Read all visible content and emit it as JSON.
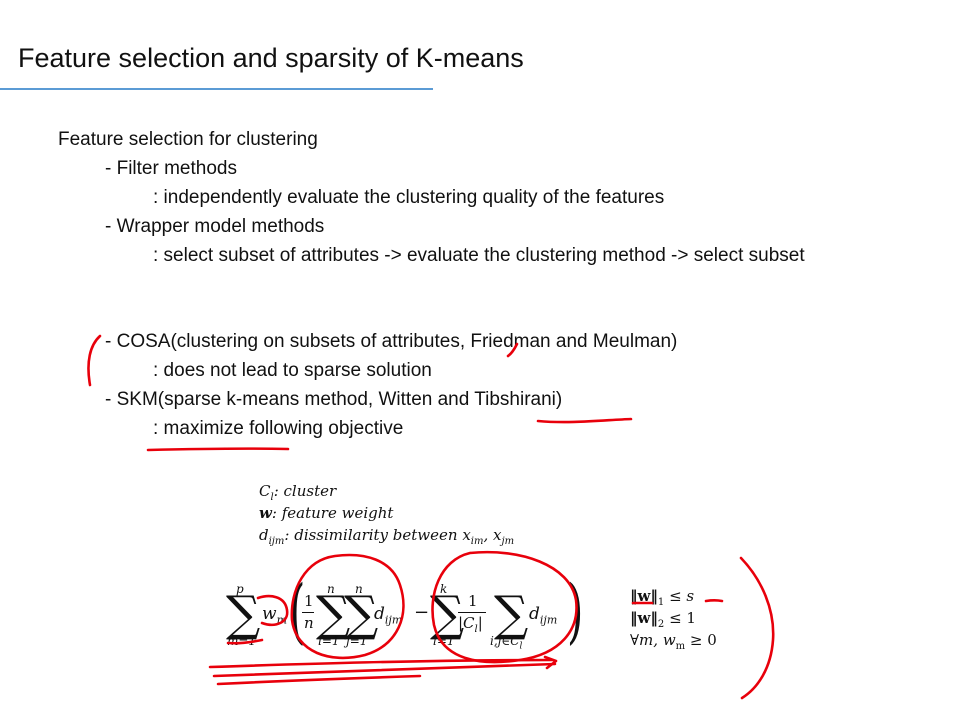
{
  "slide": {
    "title": "Feature selection and sparsity of K-means",
    "lines": [
      "Feature selection for clustering",
      "- Filter methods",
      ": independently evaluate the clustering quality of the features",
      "- Wrapper model methods",
      ": select subset of attributes -> evaluate the clustering method -> select subset",
      "- COSA(clustering on subsets of attributes, Friedman and Meulman)",
      ": does not lead to sparse solution",
      "- SKM(sparse k-means method, Witten and Tibshirani)",
      ": maximize following objective"
    ],
    "definitions": {
      "c_label": "C",
      "c_sub": "l",
      "c_text": ": cluster",
      "w_label": "w",
      "w_text": ": feature weight",
      "d_label": "d",
      "d_sub": "ijm",
      "d_text": ": dissimilarity between x",
      "d_x1_sub": "im",
      "d_comma": ", x",
      "d_x2_sub": "jm"
    },
    "formula": {
      "sum_m_top": "p",
      "sum_m_bottom": "m=1",
      "w_sym": "w",
      "w_sub": "m",
      "one_over_n_num": "1",
      "one_over_n_den": "n",
      "sum_i_top": "n",
      "sum_i_bottom": "i=1",
      "sum_j_top": "n",
      "sum_j_bottom": "j=1",
      "d_sym": "d",
      "d_sub": "ijm",
      "minus": "−",
      "sum_l_top": "k",
      "sum_l_bottom": "l=1",
      "frac_num": "1",
      "frac_den": "|C",
      "frac_den_sub": "l",
      "frac_den_end": "|",
      "sum_ij_bottom": "i,j∈C",
      "sum_ij_bottom_sub": "l",
      "d2_sym": "d",
      "d2_sub": "ijm"
    },
    "constraints": [
      {
        "lhs": "‖w‖",
        "sub": "1",
        "rel": " ≤ s"
      },
      {
        "lhs": "‖w‖",
        "sub": "2",
        "rel": " ≤ 1"
      },
      {
        "lhs": "∀m, w",
        "sub": "m",
        "rel": " ≥ 0"
      }
    ],
    "colors": {
      "accent_rule": "#5b9bd5",
      "ink": "#e8000b"
    }
  }
}
